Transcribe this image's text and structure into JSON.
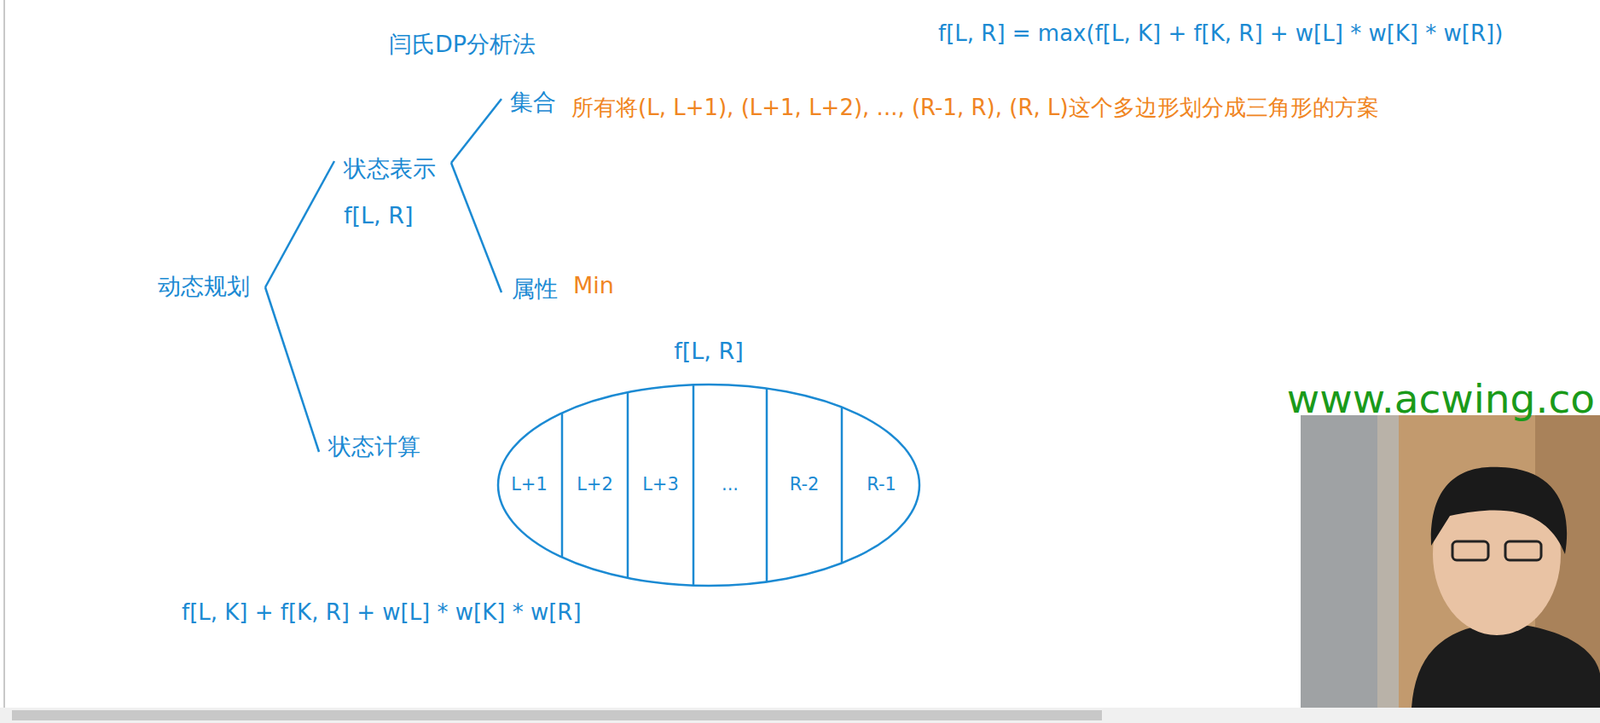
{
  "diagram": {
    "title": "闫氏DP分析法",
    "nodes": [
      {
        "text": [
          "f[L, R]"
        ]
      },
      {
        "text": [
          "L+1"
        ],
        "in": 0
      },
      {
        "text": [
          "L+2"
        ],
        "in": 0
      },
      {
        "text": [
          "L+3"
        ],
        "in": 0
      },
      {
        "text": [
          "..."
        ],
        "in": 0
      },
      {
        "text": [
          "R-2"
        ],
        "in": 0
      },
      {
        "text": [
          "R-1"
        ],
        "in": 0
      }
    ],
    "labels": [
      "f[L, R] = max(f[L, K] + f[K, R] + w[L] * w[K] * w[R])",
      "动态规划",
      "状态表示",
      "f[L, R]",
      "集合",
      "所有将(L, L+1), (L+1, L+2), ..., (R-1, R), (R, L)这个多边形划分成三角形的方案",
      "属性",
      "Min",
      "状态计算",
      "f[L, K] + f[K, R] + w[L] * w[K] * w[R]",
      "www.acwing.co"
    ]
  }
}
